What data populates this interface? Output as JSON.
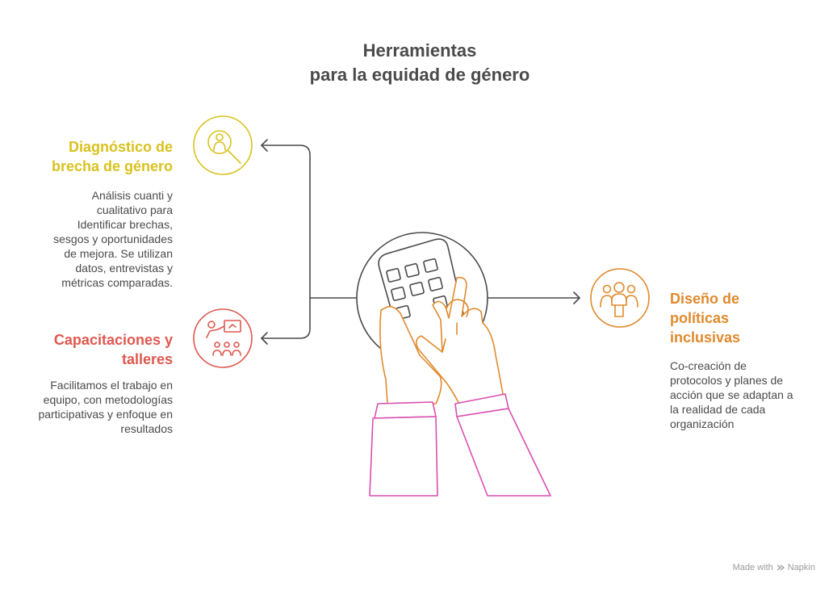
{
  "title": {
    "line1": "Herramientas",
    "line2": "para la equidad de género"
  },
  "items": [
    {
      "heading": [
        "Diagnóstico de",
        "brecha de género"
      ],
      "body": [
        "Análisis cuanti y",
        "cualitativo para",
        "Identificar brechas,",
        "sesgos y oportunidades",
        "de mejora. Se utilizan",
        "datos, entrevistas y",
        "métricas comparadas."
      ],
      "color": "#d9c21e",
      "icon": "magnifier-person-icon"
    },
    {
      "heading": [
        "Capacitaciones y",
        "talleres"
      ],
      "body": [
        "Facilitamos el trabajo en",
        "equipo, con metodologías",
        "participativas y enfoque en",
        "resultados"
      ],
      "color": "#e0574f",
      "icon": "presentation-group-icon"
    },
    {
      "heading": [
        "Diseño de",
        "políticas",
        "inclusivas"
      ],
      "body": [
        "Co-creación de",
        "protocolos y planes de",
        "acción que se adaptan a",
        "la realidad de cada",
        "organización"
      ],
      "color": "#e08a2c",
      "icon": "team-icon"
    }
  ],
  "colors": {
    "connector": "#4a4a4a",
    "hands": "#e08a2c",
    "sleeves": "#d94fb0",
    "title": "#4a4a4a"
  },
  "footer": {
    "made_with": "Made with",
    "brand": "Napkin"
  }
}
